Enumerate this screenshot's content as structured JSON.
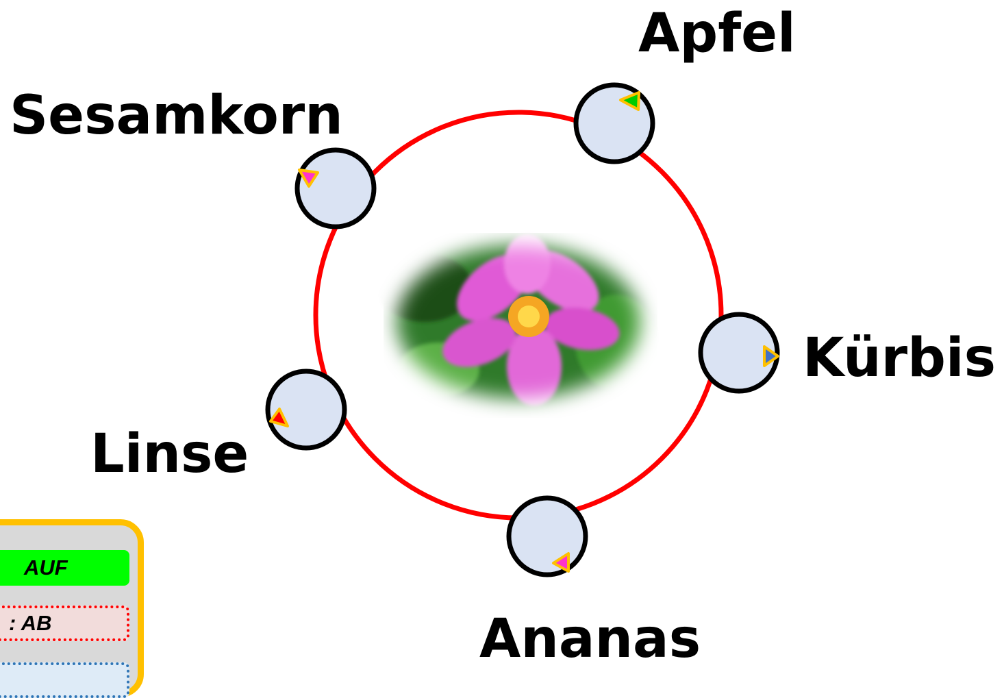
{
  "diagram": {
    "ring_color": "#ff0000",
    "node_fill": "#dae3f3",
    "node_stroke": "#000000",
    "marker_outline": "#ffc000",
    "center_image": "pink-flower-photo",
    "nodes": [
      {
        "id": "apfel",
        "label": "Apfel",
        "marker_color": "#00cc00",
        "marker_direction": "left"
      },
      {
        "id": "sesam",
        "label": "Sesamkorn",
        "marker_color": "#ff33cc",
        "marker_direction": "down"
      },
      {
        "id": "kuerbis",
        "label": "Kürbis",
        "marker_color": "#4472c4",
        "marker_direction": "right"
      },
      {
        "id": "linse",
        "label": "Linse",
        "marker_color": "#ff0000",
        "marker_direction": "up"
      },
      {
        "id": "ananas",
        "label": "Ananas",
        "marker_color": "#ff33cc",
        "marker_direction": "left"
      }
    ]
  },
  "legend": {
    "items": [
      {
        "text": "AUF",
        "color": "#00ff00"
      },
      {
        "text": ": AB",
        "color": "#f2dcdb"
      },
      {
        "text": "",
        "color": "#deebf7"
      }
    ]
  }
}
